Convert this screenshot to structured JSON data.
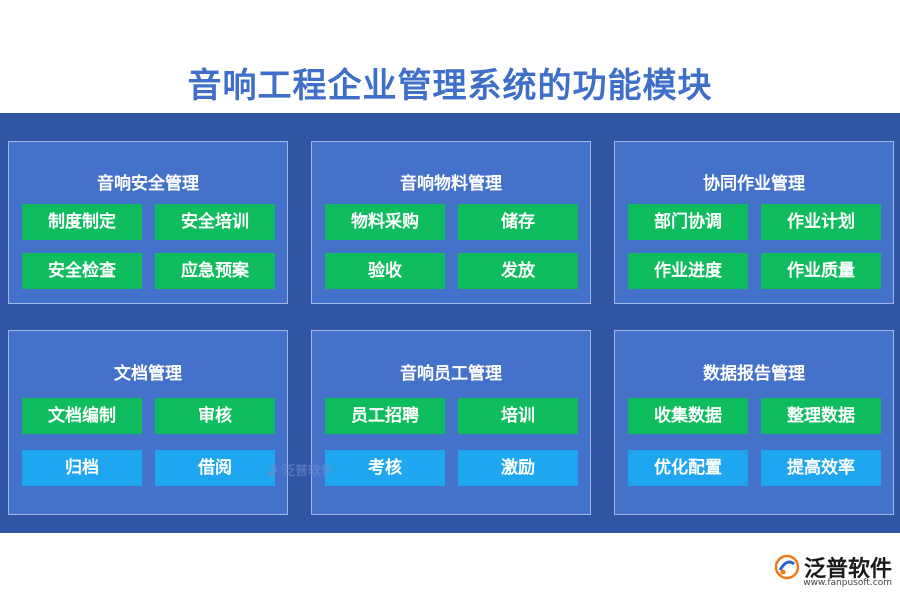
{
  "title": "音响工程企业管理系统的功能模块",
  "modules": [
    {
      "title": "音响安全管理",
      "items": [
        "制度制定",
        "安全培训",
        "安全检查",
        "应急预案"
      ]
    },
    {
      "title": "音响物料管理",
      "items": [
        "物料采购",
        "储存",
        "验收",
        "发放"
      ]
    },
    {
      "title": "协同作业管理",
      "items": [
        "部门协调",
        "作业计划",
        "作业进度",
        "作业质量"
      ]
    },
    {
      "title": "文档管理",
      "items": [
        "文档编制",
        "审核",
        "归档",
        "借阅"
      ]
    },
    {
      "title": "音响员工管理",
      "items": [
        "员工招聘",
        "培训",
        "考核",
        "激励"
      ]
    },
    {
      "title": "数据报告管理",
      "items": [
        "收集数据",
        "整理数据",
        "优化配置",
        "提高效率"
      ]
    }
  ],
  "watermark": "泛普软件",
  "footer": {
    "brand": "泛普软件",
    "url": "www.fanpusoft.com"
  },
  "colors": {
    "title": "#3f6fc9",
    "panel": "#2f55a4",
    "module": "#4471c9",
    "green": "#0fbd5f",
    "blue": "#1ea6f0"
  }
}
